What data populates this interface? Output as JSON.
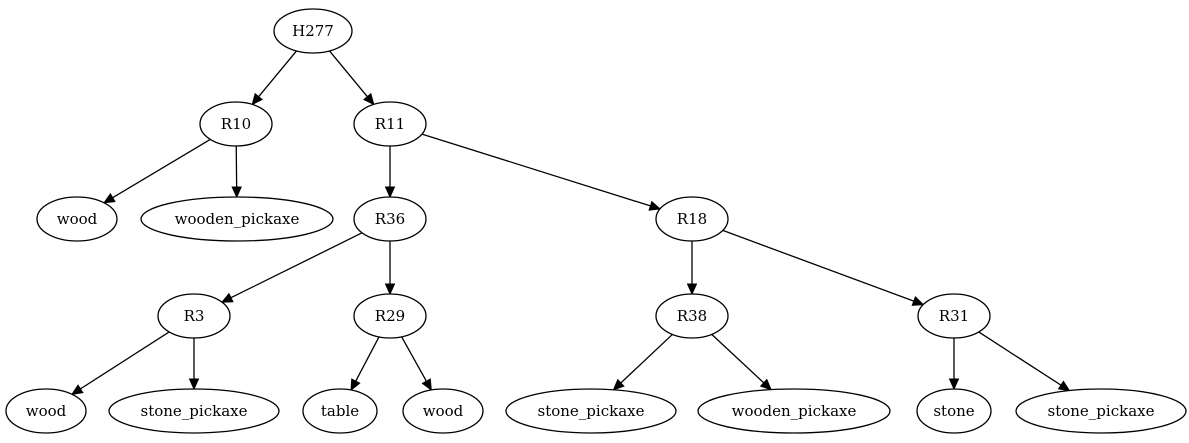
{
  "diagram": {
    "type": "tree",
    "root": "n_H277",
    "nodes": [
      {
        "id": "n_H277",
        "label": "H277"
      },
      {
        "id": "n_R10",
        "label": "R10"
      },
      {
        "id": "n_R11",
        "label": "R11"
      },
      {
        "id": "n_wood_1",
        "label": "wood"
      },
      {
        "id": "n_wooden_pickaxe_1",
        "label": "wooden_pickaxe"
      },
      {
        "id": "n_R36",
        "label": "R36"
      },
      {
        "id": "n_R18",
        "label": "R18"
      },
      {
        "id": "n_R3",
        "label": "R3"
      },
      {
        "id": "n_R29",
        "label": "R29"
      },
      {
        "id": "n_R38",
        "label": "R38"
      },
      {
        "id": "n_R31",
        "label": "R31"
      },
      {
        "id": "n_wood_2",
        "label": "wood"
      },
      {
        "id": "n_stone_pickaxe_1",
        "label": "stone_pickaxe"
      },
      {
        "id": "n_table",
        "label": "table"
      },
      {
        "id": "n_wood_3",
        "label": "wood"
      },
      {
        "id": "n_stone_pickaxe_2",
        "label": "stone_pickaxe"
      },
      {
        "id": "n_wooden_pickaxe_2",
        "label": "wooden_pickaxe"
      },
      {
        "id": "n_stone",
        "label": "stone"
      },
      {
        "id": "n_stone_pickaxe_3",
        "label": "stone_pickaxe"
      }
    ],
    "edges": [
      {
        "from": "n_H277",
        "to": "n_R10"
      },
      {
        "from": "n_H277",
        "to": "n_R11"
      },
      {
        "from": "n_R10",
        "to": "n_wood_1"
      },
      {
        "from": "n_R10",
        "to": "n_wooden_pickaxe_1"
      },
      {
        "from": "n_R11",
        "to": "n_R36"
      },
      {
        "from": "n_R11",
        "to": "n_R18"
      },
      {
        "from": "n_R36",
        "to": "n_R3"
      },
      {
        "from": "n_R36",
        "to": "n_R29"
      },
      {
        "from": "n_R18",
        "to": "n_R38"
      },
      {
        "from": "n_R18",
        "to": "n_R31"
      },
      {
        "from": "n_R3",
        "to": "n_wood_2"
      },
      {
        "from": "n_R3",
        "to": "n_stone_pickaxe_1"
      },
      {
        "from": "n_R29",
        "to": "n_table"
      },
      {
        "from": "n_R29",
        "to": "n_wood_3"
      },
      {
        "from": "n_R38",
        "to": "n_stone_pickaxe_2"
      },
      {
        "from": "n_R38",
        "to": "n_wooden_pickaxe_2"
      },
      {
        "from": "n_R31",
        "to": "n_stone"
      },
      {
        "from": "n_R31",
        "to": "n_stone_pickaxe_3"
      }
    ]
  }
}
